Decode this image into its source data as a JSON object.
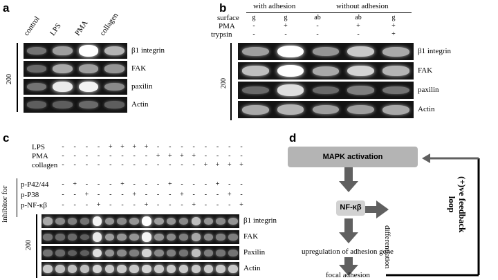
{
  "panel_a": {
    "label": "a",
    "lanes": [
      "control",
      "LPS",
      "PMA",
      "collagen"
    ],
    "marker": "200",
    "rows": [
      "β1 integrin",
      "FAK",
      "paxilin",
      "Actin"
    ],
    "intensity": [
      [
        0.35,
        0.55,
        1.0,
        0.65
      ],
      [
        0.3,
        0.6,
        0.55,
        0.5
      ],
      [
        0.35,
        0.9,
        0.95,
        0.45
      ],
      [
        0.25,
        0.25,
        0.3,
        0.25
      ]
    ]
  },
  "panel_b": {
    "label": "b",
    "group_with": "with adhesion",
    "group_without": "without adhesion",
    "condition_labels": [
      "surface",
      "PMA",
      "trypsin"
    ],
    "surface": [
      "g",
      "g",
      "ab",
      "ab",
      "g"
    ],
    "pma": [
      "-",
      "+",
      "-",
      "+",
      "+"
    ],
    "trypsin": [
      "-",
      "-",
      "-",
      "-",
      "+"
    ],
    "marker": "200",
    "rows": [
      "β1 integrin",
      "FAK",
      "paxilin",
      "Actin"
    ],
    "intensity": [
      [
        0.55,
        1.0,
        0.5,
        0.75,
        0.6
      ],
      [
        0.7,
        1.0,
        0.6,
        0.8,
        0.65
      ],
      [
        0.3,
        0.85,
        0.3,
        0.4,
        0.35
      ],
      [
        0.6,
        0.65,
        0.55,
        0.55,
        0.6
      ]
    ]
  },
  "panel_c": {
    "label": "c",
    "treatment_labels": [
      "LPS",
      "PMA",
      "collagen"
    ],
    "inhibitor_title": "inhibitor for",
    "inhibitor_labels": [
      "p-P42/44",
      "p-P38",
      "p-NF-κβ"
    ],
    "marker": "200",
    "lps": [
      "-",
      "-",
      "-",
      "-",
      "+",
      "+",
      "+",
      "+",
      "-",
      "-",
      "-",
      "-",
      "-",
      "-",
      "-",
      "-"
    ],
    "pma": [
      "-",
      "-",
      "-",
      "-",
      "-",
      "-",
      "-",
      "-",
      "+",
      "+",
      "+",
      "+",
      "-",
      "-",
      "-",
      "-"
    ],
    "collagen": [
      "-",
      "-",
      "-",
      "-",
      "-",
      "-",
      "-",
      "-",
      "-",
      "-",
      "-",
      "-",
      "+",
      "+",
      "+",
      "+"
    ],
    "p42": [
      "-",
      "+",
      "-",
      "-",
      "-",
      "+",
      "-",
      "-",
      "-",
      "+",
      "-",
      "-",
      "-",
      "+",
      "-",
      "-"
    ],
    "p38": [
      "-",
      "-",
      "+",
      "-",
      "-",
      "-",
      "+",
      "-",
      "-",
      "-",
      "+",
      "-",
      "-",
      "-",
      "+",
      "-"
    ],
    "pnfkb": [
      "-",
      "-",
      "-",
      "+",
      "-",
      "-",
      "-",
      "+",
      "-",
      "-",
      "-",
      "+",
      "-",
      "-",
      "-",
      "+"
    ],
    "rows": [
      "β1 integrin",
      "FAK",
      "Paxilin",
      "Actin"
    ],
    "intensity": [
      [
        0.6,
        0.45,
        0.4,
        0.35,
        0.95,
        0.5,
        0.45,
        0.5,
        1.0,
        0.55,
        0.5,
        0.45,
        0.7,
        0.5,
        0.45,
        0.5
      ],
      [
        0.35,
        0.3,
        0.3,
        0.25,
        0.9,
        0.55,
        0.5,
        0.5,
        0.95,
        0.5,
        0.45,
        0.4,
        0.6,
        0.45,
        0.4,
        0.4
      ],
      [
        0.35,
        0.3,
        0.25,
        0.25,
        0.85,
        0.5,
        0.45,
        0.4,
        0.8,
        0.45,
        0.4,
        0.35,
        0.7,
        0.4,
        0.35,
        0.35
      ],
      [
        0.75,
        0.7,
        0.7,
        0.7,
        0.8,
        0.75,
        0.75,
        0.75,
        0.8,
        0.75,
        0.75,
        0.75,
        0.75,
        0.75,
        0.75,
        0.75
      ]
    ]
  },
  "panel_d": {
    "label": "d",
    "mapk": "MAPK activation",
    "nfkb": "NF-κβ",
    "differentiation": "differentiation",
    "upregulation": "upregulation of adhesion gene",
    "focal": "focal adhesion",
    "feedback_line1": "(+)ve feedback",
    "feedback_line2": "loop",
    "colors": {
      "box": "#b4b4b4",
      "arrow": "#606060",
      "nfkb_box": "#d2d2d2"
    }
  }
}
